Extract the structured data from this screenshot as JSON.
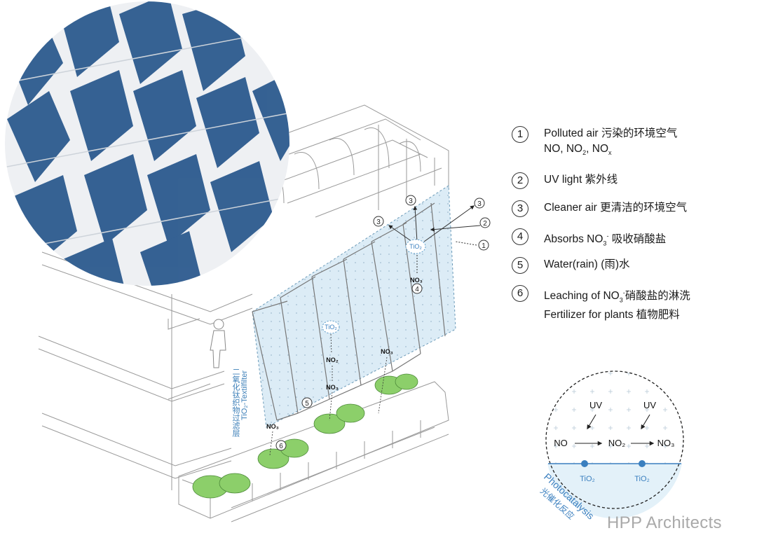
{
  "legend": [
    {
      "num": "1",
      "line1": "Polluted air 污染的环境空气",
      "line2_parts": [
        "NO, NO",
        "2",
        ", NO",
        "x"
      ]
    },
    {
      "num": "2",
      "line1": "UV light 紫外线"
    },
    {
      "num": "3",
      "line1": "Cleaner air 更清洁的环境空气"
    },
    {
      "num": "4",
      "line1_parts": [
        "Absorbs NO",
        "3",
        "-",
        " 吸收硝酸盐"
      ]
    },
    {
      "num": "5",
      "line1": "Water(rain) (雨)水"
    },
    {
      "num": "6",
      "line1_parts": [
        "Leaching of NO",
        "3",
        "-",
        "硝酸盐的淋洗"
      ],
      "line2": "Fertilizer for plants 植物肥料"
    }
  ],
  "photocatalysis": {
    "uv": "UV",
    "no": "NO",
    "no2": "NO₂",
    "no3": "NO₃",
    "tio2": "TiO₂",
    "label_en": "Photocatalysis",
    "label_cn": "光催化反应"
  },
  "diagram_labels": {
    "tio2": "TiO₂",
    "no2": "NO₂",
    "no3": "NO₃",
    "filter_label_cn": "二氧化钛织物过滤层",
    "filter_label_en": "TiO₂-Textilfilter",
    "markers": [
      "1",
      "2",
      "3",
      "3",
      "3",
      "4",
      "5",
      "6"
    ]
  },
  "watermark": "HPP Architects",
  "colors": {
    "accent_blue": "#3a7fbf",
    "panel_blue": "#d9ebf5",
    "plant_green": "#8ccf6a",
    "photo_blue": "#2c5a8e"
  }
}
